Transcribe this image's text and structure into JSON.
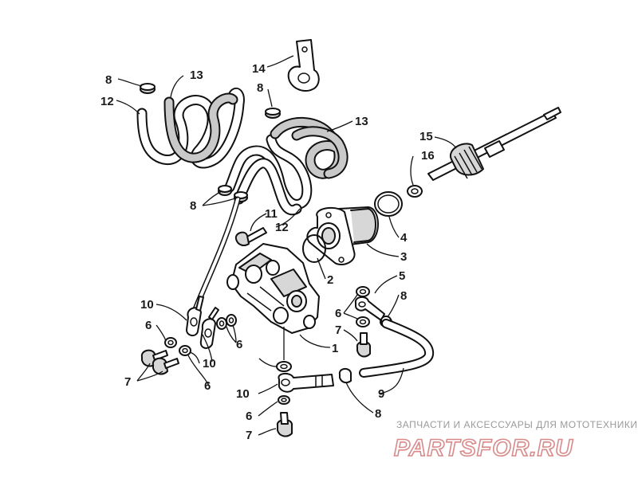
{
  "callouts": {
    "c1": "1",
    "c2": "2",
    "c3": "3",
    "c4": "4",
    "c5": "5",
    "c6a": "6",
    "c6b": "6",
    "c6c": "6",
    "c6d": "6",
    "c6e": "6",
    "c7a": "7",
    "c7b": "7",
    "c7c": "7",
    "c8a": "8",
    "c8b": "8",
    "c8c": "8",
    "c8d": "8",
    "c8e": "8",
    "c9": "9",
    "c10a": "10",
    "c10b": "10",
    "c10c": "10",
    "c11": "11",
    "c12a": "12",
    "c12b": "12",
    "c13a": "13",
    "c13b": "13",
    "c14": "14",
    "c15": "15",
    "c16": "16"
  },
  "watermark": {
    "caption": "ЗАПЧАСТИ И АКСЕССУАРЫ ДЛЯ МОТОТЕХНИКИ",
    "logo": "PARTSFOR.RU",
    "color": "#d98a8a"
  },
  "colors": {
    "line": "#111111",
    "shade": "#d7d7d7",
    "background": "#ffffff"
  }
}
